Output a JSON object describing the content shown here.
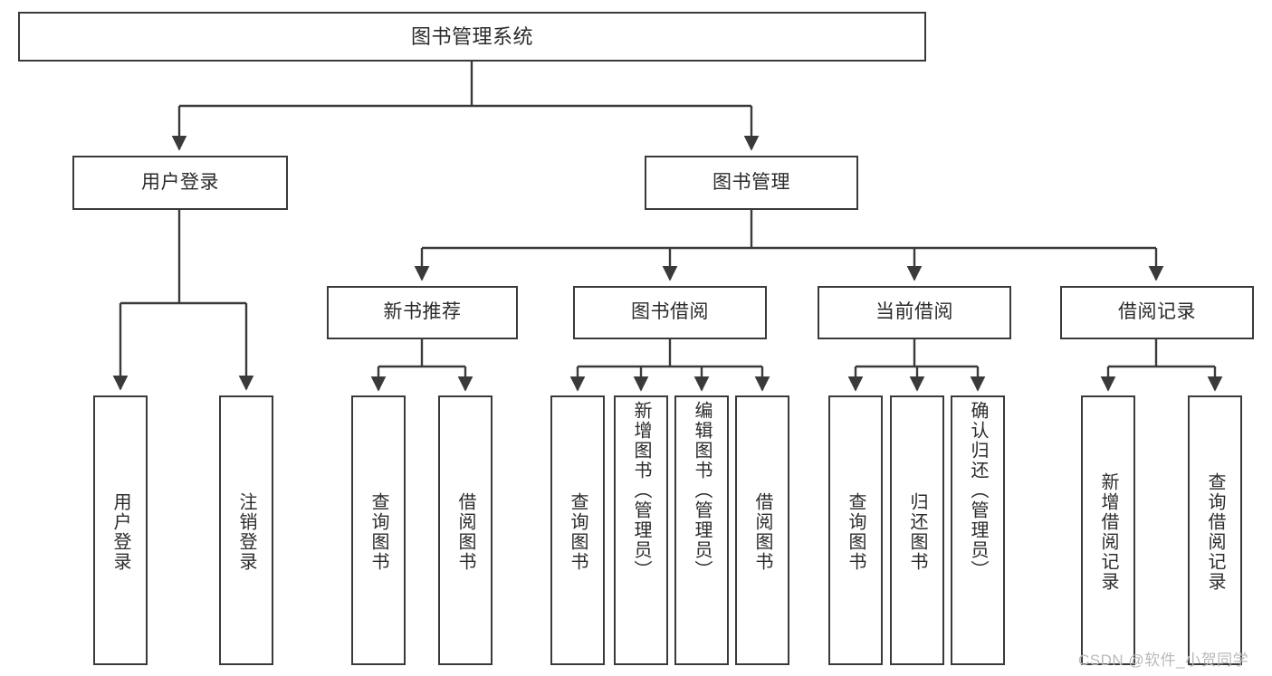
{
  "diagram": {
    "title": "图书管理系统",
    "type": "functional-structure-tree",
    "watermark": "CSDN @软件_小贺同学",
    "colors": {
      "background": "#ffffff",
      "stroke": "#3a3a3a",
      "text": "#2b2b2b",
      "watermark": "#b9b9b9"
    },
    "root": {
      "label": "图书管理系统",
      "orientation": "horizontal"
    },
    "level2": [
      {
        "label": "用户登录",
        "orientation": "horizontal"
      },
      {
        "label": "图书管理",
        "orientation": "horizontal"
      }
    ],
    "level3": [
      {
        "label": "新书推荐",
        "orientation": "horizontal"
      },
      {
        "label": "图书借阅",
        "orientation": "horizontal"
      },
      {
        "label": "当前借阅",
        "orientation": "horizontal"
      },
      {
        "label": "借阅记录",
        "orientation": "horizontal"
      }
    ],
    "leaves": {
      "user_login": [
        {
          "label": "用户登录",
          "orientation": "vertical"
        },
        {
          "label": "注销登录",
          "orientation": "vertical"
        }
      ],
      "new_book_recommend": [
        {
          "label": "查询图书",
          "orientation": "vertical"
        },
        {
          "label": "借阅图书",
          "orientation": "vertical"
        }
      ],
      "book_borrow": [
        {
          "label": "查询图书",
          "orientation": "vertical"
        },
        {
          "label": "新增图书（管理员）",
          "orientation": "vertical"
        },
        {
          "label": "编辑图书（管理员）",
          "orientation": "vertical"
        },
        {
          "label": "借阅图书",
          "orientation": "vertical"
        }
      ],
      "current_borrow": [
        {
          "label": "查询图书",
          "orientation": "vertical"
        },
        {
          "label": "归还图书",
          "orientation": "vertical"
        },
        {
          "label": "确认归还（管理员）",
          "orientation": "vertical"
        }
      ],
      "borrow_record": [
        {
          "label": "新增借阅记录",
          "orientation": "vertical"
        },
        {
          "label": "查询借阅记录",
          "orientation": "vertical"
        }
      ]
    }
  }
}
